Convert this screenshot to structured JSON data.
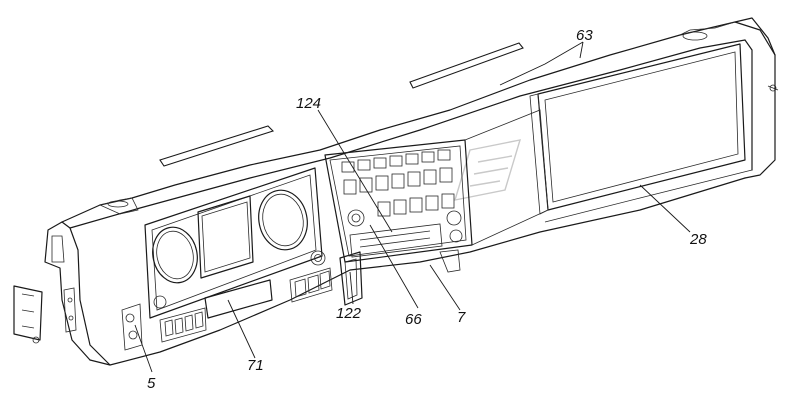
{
  "labels": {
    "l63": "63",
    "l124": "124",
    "l28": "28",
    "l7": "7",
    "l66": "66",
    "l122": "122",
    "l71": "71",
    "l5": "5"
  },
  "colors": {
    "line": "#1a1a1a",
    "background": "#ffffff",
    "watermark": "#c9c9c9"
  }
}
